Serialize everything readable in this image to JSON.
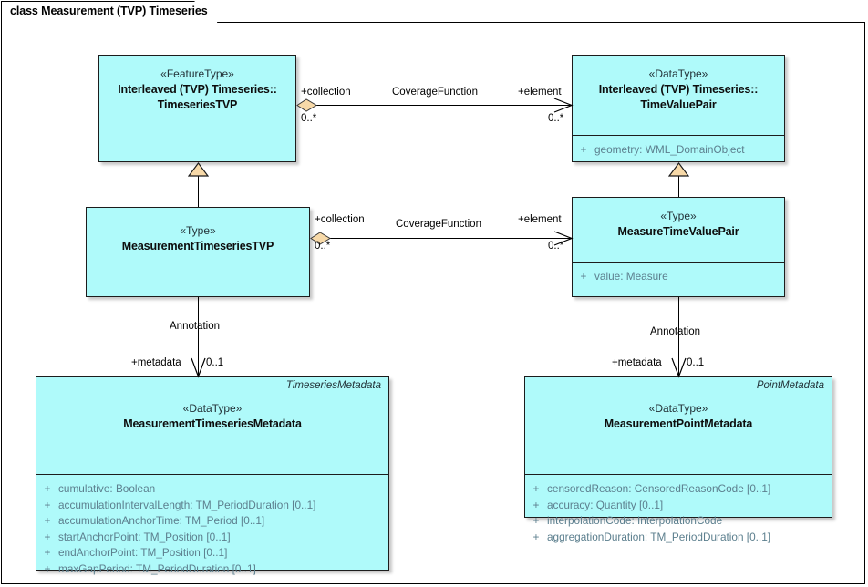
{
  "diagram": {
    "tab_title": "class Measurement (TVP) Timeseries"
  },
  "classes": {
    "timeseries_tvp": {
      "stereotype": "«FeatureType»",
      "name_line1": "Interleaved (TVP) Timeseries::",
      "name_line2": "TimeseriesTVP"
    },
    "time_value_pair": {
      "stereotype": "«DataType»",
      "name_line1": "Interleaved (TVP) Timeseries::",
      "name_line2": "TimeValuePair",
      "attributes": [
        {
          "visibility": "+",
          "text": "geometry: WML_DomainObject"
        }
      ]
    },
    "measurement_timeseries_tvp": {
      "stereotype": "«Type»",
      "name_line1": "MeasurementTimeseriesTVP"
    },
    "measure_time_value_pair": {
      "stereotype": "«Type»",
      "name_line1": "MeasureTimeValuePair",
      "attributes": [
        {
          "visibility": "+",
          "text": "value: Measure"
        }
      ]
    },
    "measurement_timeseries_metadata": {
      "role": "TimeseriesMetadata",
      "stereotype": "«DataType»",
      "name_line1": "MeasurementTimeseriesMetadata",
      "attributes": [
        {
          "visibility": "+",
          "text": "cumulative: Boolean"
        },
        {
          "visibility": "+",
          "text": "accumulationIntervalLength: TM_PeriodDuration [0..1]"
        },
        {
          "visibility": "+",
          "text": "accumulationAnchorTime: TM_Period [0..1]"
        },
        {
          "visibility": "+",
          "text": "startAnchorPoint: TM_Position [0..1]"
        },
        {
          "visibility": "+",
          "text": "endAnchorPoint: TM_Position [0..1]"
        },
        {
          "visibility": "+",
          "text": "maxGapPeriod: TM_PeriodDuration [0..1]"
        }
      ]
    },
    "measurement_point_metadata": {
      "role": "PointMetadata",
      "stereotype": "«DataType»",
      "name_line1": "MeasurementPointMetadata",
      "attributes": [
        {
          "visibility": "+",
          "text": "censoredReason: CensoredReasonCode [0..1]"
        },
        {
          "visibility": "+",
          "text": "accuracy: Quantity [0..1]"
        },
        {
          "visibility": "+",
          "text": "interpolationCode: InterpolationCode"
        },
        {
          "visibility": "+",
          "text": "aggregationDuration: TM_PeriodDuration [0..1]"
        }
      ]
    }
  },
  "associations": {
    "coverage_top": {
      "name": "CoverageFunction",
      "source_role": "+collection",
      "source_mult": "0..*",
      "target_role": "+element",
      "target_mult": "0..*"
    },
    "coverage_middle": {
      "name": "CoverageFunction",
      "source_role": "+collection",
      "source_mult": "0..*",
      "target_role": "+element",
      "target_mult": "0..*"
    },
    "annotation_left": {
      "name": "Annotation",
      "target_role": "+metadata",
      "target_mult": "0..1"
    },
    "annotation_right": {
      "name": "Annotation",
      "target_role": "+metadata",
      "target_mult": "0..1"
    }
  },
  "colors": {
    "class_fill": "#AFFAFA",
    "class_border": "#1c1c1c",
    "attribute_text": "#5c7f8e",
    "marker_fill": "#F7D9A8",
    "line": "#000000"
  }
}
